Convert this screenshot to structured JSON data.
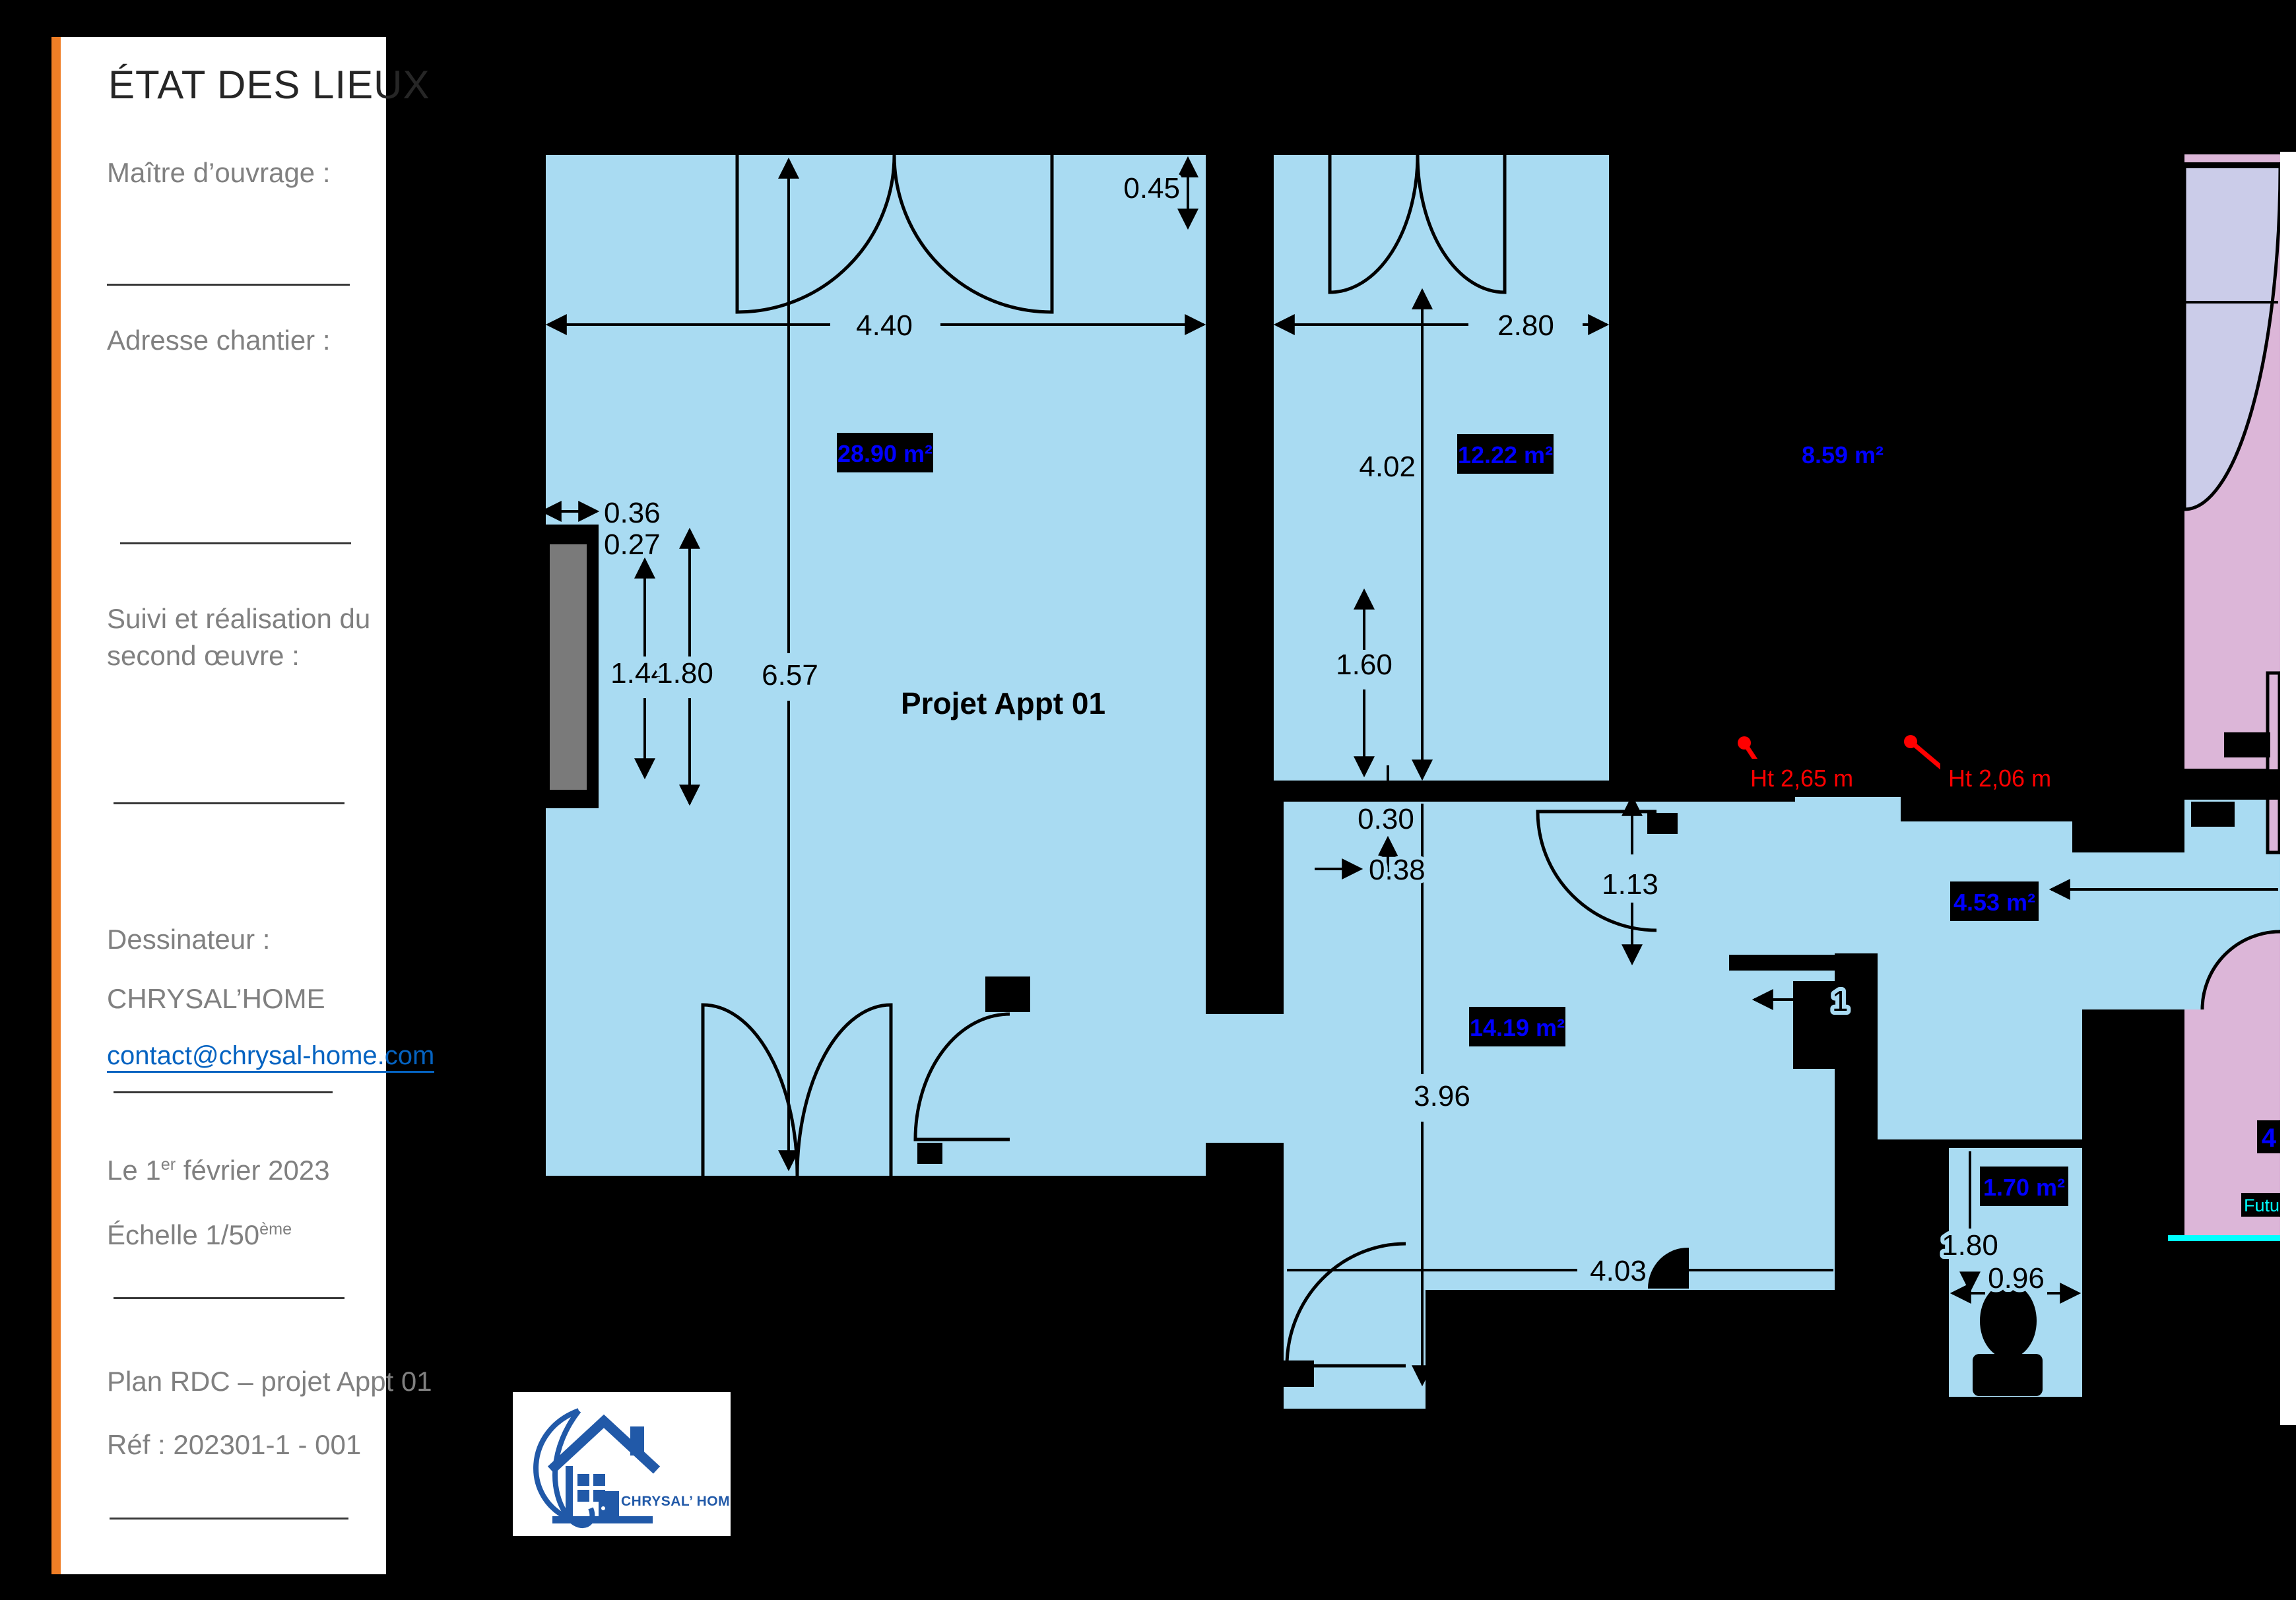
{
  "sidebar": {
    "title": "ÉTAT DES LIEUX",
    "maitre_label": "Maître d’ouvrage :",
    "adresse_label": "Adresse chantier :",
    "suivi_line1": "Suivi et réalisation du",
    "suivi_line2": "second œuvre :",
    "dessinateur_label": "Dessinateur :",
    "company": "CHRYSAL’HOME",
    "email": "contact@chrysal-home.com",
    "date_prefix": "Le 1",
    "date_sup": "er",
    "date_suffix": " février 2023",
    "scale_prefix": "Échelle 1/50",
    "scale_sup": "ème",
    "plan_label": "Plan RDC – projet Appt 01",
    "ref_label": "Réf : 202301-1 - 001"
  },
  "logo": {
    "name": "CHRYSAL’ HOME"
  },
  "plan": {
    "title": "Projet Appt 01",
    "areas": {
      "room_a": "28.90 m²",
      "room_b": "12.22 m²",
      "room_dark": "8.59 m²",
      "room_c": "14.19 m²",
      "room_d": "4.53 m²",
      "wc": "1.70 m²",
      "cut_right": "4"
    },
    "dims": {
      "a_top": "4.40",
      "a_return": "0.45",
      "b_top": "2.80",
      "b_height": "4.02",
      "b_window": "1.60",
      "a_height": "6.57",
      "niche_width": "0.36",
      "niche_depth": "0.27",
      "niche_h_inner": "1.44",
      "niche_h_outer": "1.80",
      "wall_gap": "0.30",
      "wall_thickness": "0.38",
      "door_d": "1.13",
      "c_height": "3.96",
      "c_bottom": "4.03",
      "wc_height": "1.80",
      "wc_width": "0.96",
      "partial": "1"
    },
    "ceiling_heights": {
      "left": "Ht 2,65 m",
      "right": "Ht 2,06 m"
    },
    "future_label": "Futur",
    "colors": {
      "room_fill": "#A9DBF2",
      "existing_pink": "#DCB6D8",
      "door_swing_lavender": "#CBCCE9",
      "area_text": "#0000FF",
      "height_text": "#FF0000",
      "future_text": "#00FFFF",
      "accent_orange": "#F07E26",
      "link_blue": "#0563C1",
      "logo_blue": "#2159A8"
    }
  }
}
